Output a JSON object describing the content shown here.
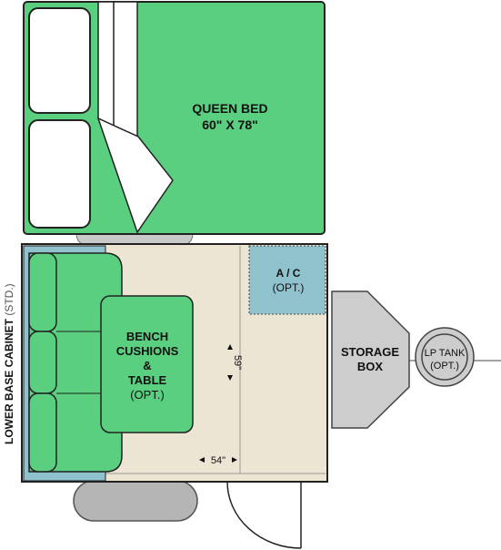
{
  "bed": {
    "line1": "QUEEN BED",
    "line2": "60\" X 78\""
  },
  "bench": {
    "line1": "BENCH",
    "line2": "CUSHIONS",
    "line3": "&",
    "line4": "TABLE",
    "line5": "(OPT.)"
  },
  "ac": {
    "line1": "A / C",
    "line2": "(OPT.)"
  },
  "storage": {
    "line1": "STORAGE",
    "line2": "BOX"
  },
  "lp_tank": {
    "line1": "LP TANK",
    "line2": "(OPT.)"
  },
  "cabinet": {
    "main": "LOWER BASE CABINET",
    "suffix": " (STD.)"
  },
  "dims": {
    "height": "59\"",
    "width": "54\""
  },
  "colors": {
    "green": "#5bcf80",
    "interior": "#ede5d4",
    "cabinet": "#8fc2cc",
    "gray": "#cdcdcd",
    "outline": "#222222"
  }
}
